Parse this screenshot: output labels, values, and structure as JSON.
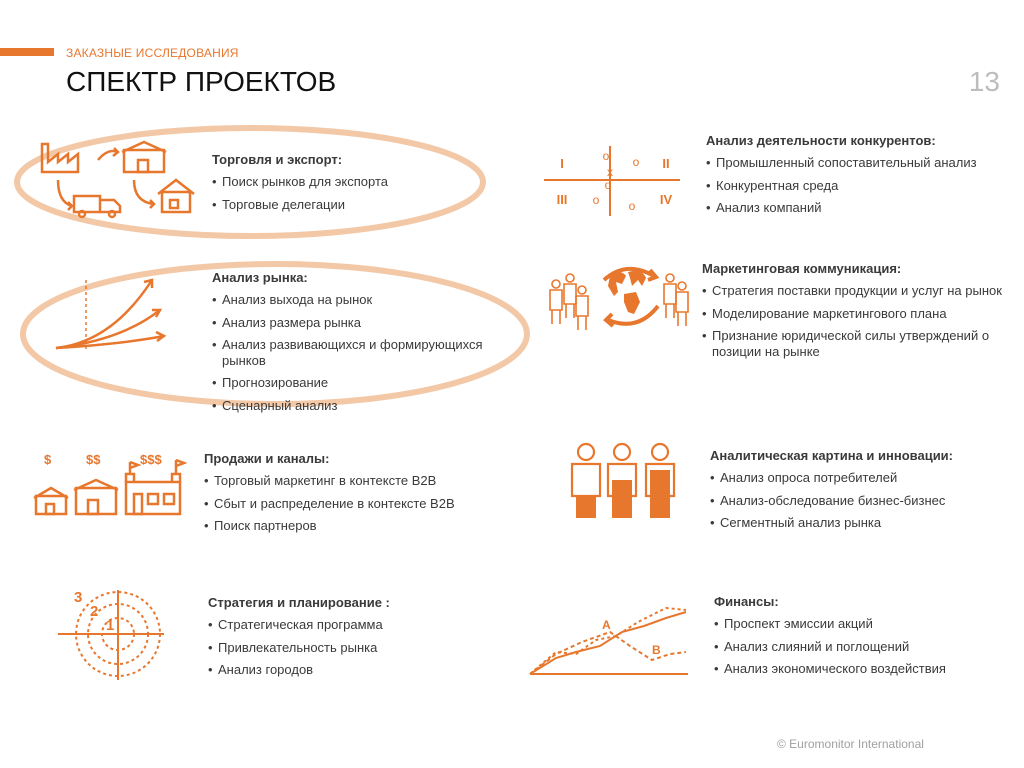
{
  "header": {
    "subtitle": "ЗАКАЗНЫЕ ИССЛЕДОВАНИЯ",
    "title": "СПЕКТР ПРОЕКТОВ",
    "page_number": "13"
  },
  "footer": {
    "copyright": "© Euromonitor International"
  },
  "colors": {
    "accent": "#e8772e",
    "ring": "#f3c8a6",
    "text": "#3a3a3a"
  },
  "blocks": [
    {
      "id": "trade",
      "icon": "factory-truck-house-icon",
      "heading": "Торговля и экспорт:",
      "items": [
        "Поиск рынков для экспорта",
        "Торговые делегации"
      ]
    },
    {
      "id": "market",
      "icon": "growth-arrows-icon",
      "heading": "Анализ рынка:",
      "items": [
        "Анализ выхода на рынок",
        "Анализ размера рынка",
        "Анализ развивающихся и формирующихся рынков",
        "Прогнозирование",
        "Сценарный анализ"
      ]
    },
    {
      "id": "sales",
      "icon": "dollar-buildings-icon",
      "heading": "Продажи и каналы:",
      "items": [
        "Торговый маркетинг в контексте B2B",
        "Сбыт и распределение в контексте B2B",
        "Поиск партнеров"
      ]
    },
    {
      "id": "strategy",
      "icon": "target-icon",
      "heading": "Стратегия и планирование :",
      "items": [
        "Стратегическая программа",
        "Привлекательность рынка",
        "Анализ городов"
      ]
    },
    {
      "id": "competitors",
      "icon": "quadrant-matrix-icon",
      "heading": "Анализ деятельности конкурентов:",
      "items": [
        "Промышленный сопоставительный анализ",
        "Конкурентная среда",
        "Анализ компаний"
      ]
    },
    {
      "id": "marketing",
      "icon": "people-globe-icon",
      "heading": "Маркетинговая коммуникация:",
      "items": [
        "Стратегия поставки продукции и услуг на рынок",
        "Моделирование маркетингового плана",
        "Признание юридической силы утверждений о позиции на рынке"
      ]
    },
    {
      "id": "insight",
      "icon": "people-bars-icon",
      "heading": "Аналитическая картина и инновации:",
      "items": [
        "Анализ опроса потребителей",
        "Анализ-обследование бизнес-бизнес",
        "Сегментный анализ рынка"
      ]
    },
    {
      "id": "finance",
      "icon": "line-comparison-icon",
      "heading": "Финансы:",
      "items": [
        "Проспект эмиссии акций",
        "Анализ слияний и поглощений",
        "Анализ экономического воздействия"
      ]
    }
  ],
  "icon_labels": {
    "quadrants": [
      "I",
      "II",
      "III",
      "IV"
    ],
    "matrix_marks": [
      "o",
      "x",
      "o",
      "o",
      "o",
      "o"
    ],
    "dollars": [
      "$",
      "$$",
      "$$$"
    ],
    "target_rings": [
      "3",
      "2",
      "1"
    ],
    "lines": [
      "A",
      "B"
    ]
  }
}
